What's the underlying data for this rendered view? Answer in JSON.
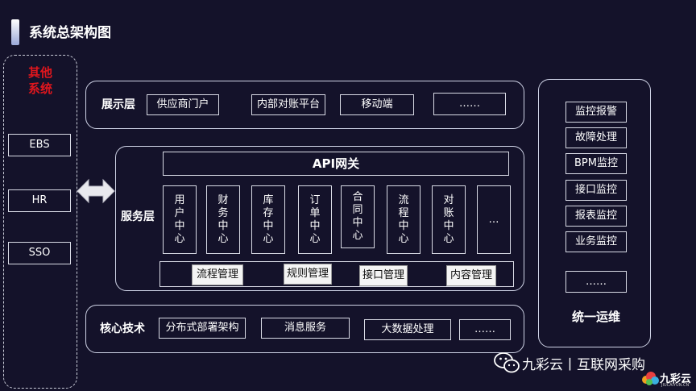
{
  "title": "系统总架构图",
  "other_systems": {
    "label_line1": "其他",
    "label_line2": "系统",
    "items": [
      "EBS",
      "HR",
      "SSO"
    ]
  },
  "display_layer": {
    "label": "展示层",
    "items": [
      "供应商门户",
      "内部对账平台",
      "移动端",
      "……"
    ]
  },
  "service_layer": {
    "label": "服务层",
    "api_gateway": "API网关",
    "centers": [
      "用户中心",
      "财务中心",
      "库存中心",
      "订单中心",
      "合同中心",
      "流程中心",
      "对账中心",
      "…"
    ],
    "management": [
      "流程管理",
      "规则管理",
      "接口管理",
      "内容管理"
    ]
  },
  "core_tech": {
    "label": "核心技术",
    "items": [
      "分布式部署架构",
      "消息服务",
      "大数据处理",
      "……"
    ]
  },
  "operations": {
    "label": "统一运维",
    "items": [
      "监控报警",
      "故障处理",
      "BPM监控",
      "接口监控",
      "报表监控",
      "业务监控",
      "……"
    ]
  },
  "watermark": {
    "text": "九彩云丨互联网采购",
    "logo_text": "九彩云",
    "logo_sub": "JIUCAIYUN.CN"
  }
}
